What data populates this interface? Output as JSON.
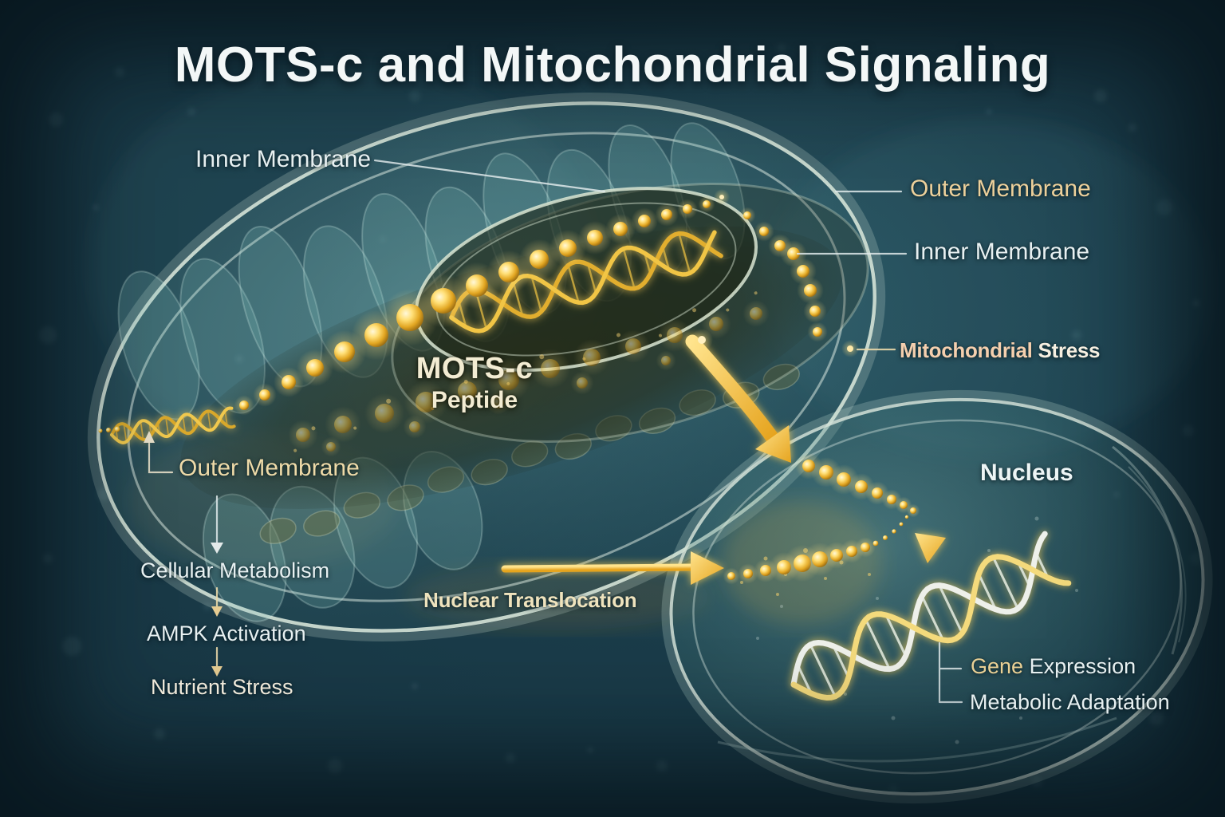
{
  "title": "MOTS-c and Mitochondrial Signaling",
  "labels": {
    "inner_membrane_top": "Inner Membrane",
    "outer_membrane_right": "Outer Membrane",
    "inner_membrane_right": "Inner Membrane",
    "mitochondrial_stress": {
      "word1": "Mitochondrial",
      "word2": "Stress"
    },
    "mots_c": "MOTS-c",
    "peptide": "Peptide",
    "outer_membrane_left": "Outer Membrane"
  },
  "pathway": {
    "cellular_metabolism": "Cellular Metabolism",
    "ampk_activation": "AMPK Activation",
    "nutrient_stress": "Nutrient Stress"
  },
  "nucleus": {
    "label": "Nucleus",
    "nuclear_translocation": "Nuclear Translocation",
    "gene_expression": {
      "word1": "Gene",
      "word2": "Expression"
    },
    "metabolic_adaptation": "Metabolic Adaptation"
  },
  "colors": {
    "background": "#142f3a",
    "title": "#f3f7f7",
    "label_white": "#e7f0f1",
    "label_gold": "#ecd09b",
    "label_cream": "#efe3bd",
    "stress_word1": "#f4cfae",
    "stress_word2": "#f6efe1",
    "gene_word1": "#e9d095",
    "mots": "#f3ecd3",
    "arrow_gold": "#f0c649",
    "membrane_stroke": "#d8e6da"
  }
}
